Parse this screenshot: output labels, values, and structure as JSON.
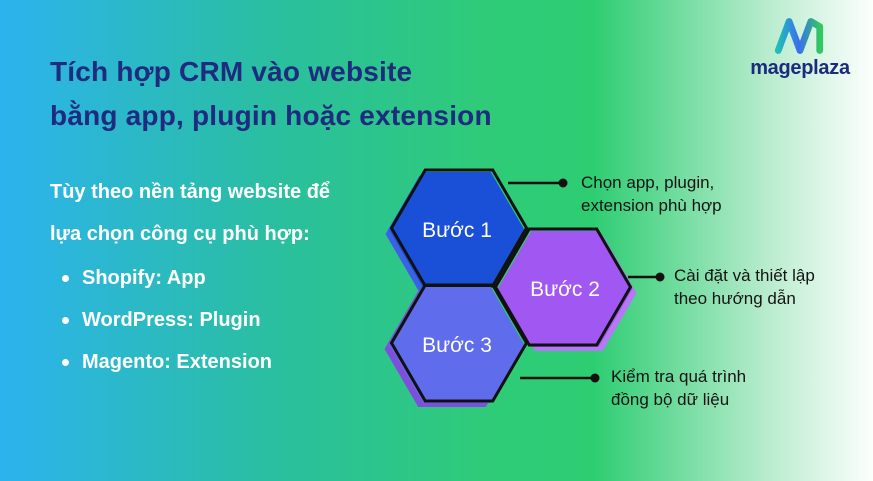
{
  "theme": {
    "background_gradient": [
      "#2cb3ee",
      "#2abf9e",
      "#2fcb79",
      "#2ecd72",
      "#b9ecce",
      "#fcfffd"
    ],
    "title_color": "#1e2b7e",
    "intro_text_color": "#ffffff",
    "annotation_text_color": "#141414",
    "hex_outline_color": "#111111"
  },
  "logo": {
    "brand": "mageplaza"
  },
  "title": {
    "line1": "Tích hợp CRM vào website",
    "line2": "bằng app, plugin hoặc extension"
  },
  "intro": {
    "line1": "Tùy theo nền tảng website để",
    "line2": "lựa chọn công cụ phù hợp:"
  },
  "bullets": [
    {
      "label": "Shopify: App"
    },
    {
      "label": "WordPress: Plugin"
    },
    {
      "label": "Magento: Extension"
    }
  ],
  "steps": [
    {
      "label": "Bước 1",
      "fill": "#1a4fd8",
      "shadow": "#3c60e6",
      "annotation_line1": "Chọn app, plugin,",
      "annotation_line2": "extension phù hợp"
    },
    {
      "label": "Bước 2",
      "fill": "#a158f2",
      "shadow": "#b678f6",
      "annotation_line1": "Cài đặt và thiết lập",
      "annotation_line2": "theo hướng dẫn"
    },
    {
      "label": "Bước 3",
      "fill": "#5f6ceb",
      "shadow": "#7e4fdc",
      "annotation_line1": "Kiểm tra quá trình",
      "annotation_line2": "đồng bộ dữ liệu"
    }
  ]
}
